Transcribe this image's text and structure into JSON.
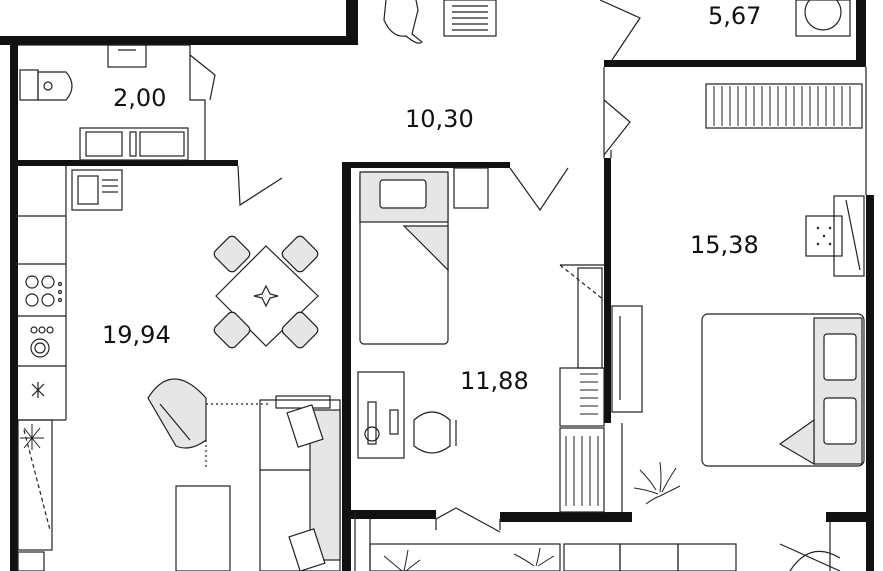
{
  "colors": {
    "wall": "#111111",
    "furniture_fill": "#e6e6e6",
    "line": "#222222",
    "background": "#ffffff"
  },
  "rooms": [
    {
      "id": "balcony",
      "area": "5,67"
    },
    {
      "id": "bathroom",
      "area": "2,00"
    },
    {
      "id": "hallway",
      "area": "10,30"
    },
    {
      "id": "bedroom",
      "area": "15,38"
    },
    {
      "id": "kitchen-living",
      "area": "19,94"
    },
    {
      "id": "kids-room",
      "area": "11,88"
    }
  ]
}
